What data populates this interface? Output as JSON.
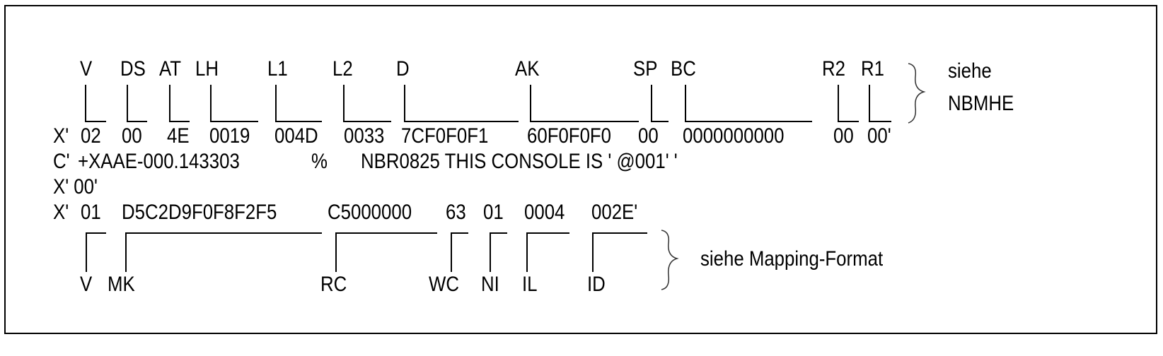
{
  "top_fields": [
    "V",
    "DS",
    "AT",
    "LH",
    "L1",
    "L2",
    "D",
    "AK",
    "SP",
    "BC",
    "R2",
    "R1"
  ],
  "top_note": [
    "siehe",
    "NBMHE"
  ],
  "row1": {
    "prefix": "X'",
    "values": [
      "02",
      "00",
      "4E",
      "0019",
      "004D",
      "0033",
      "7CF0F0F1",
      "60F0F0F0",
      "00",
      "0000000000",
      "00",
      "00'"
    ]
  },
  "row2": {
    "prefix": "C'",
    "parts": [
      "+XAAE-000.143303",
      "%",
      "NBR0825 THIS CONSOLE IS ' @001' '"
    ]
  },
  "row3": "X' 00'",
  "row4": {
    "prefix": "X'",
    "values": [
      "01",
      "D5C2D9F0F8F2F5",
      "C5000000",
      "63",
      "01",
      "0004",
      "002E'"
    ]
  },
  "bottom_fields": [
    "V",
    "MK",
    "RC",
    "WC",
    "NI",
    "IL",
    "ID"
  ],
  "bottom_note": "siehe Mapping-Format"
}
